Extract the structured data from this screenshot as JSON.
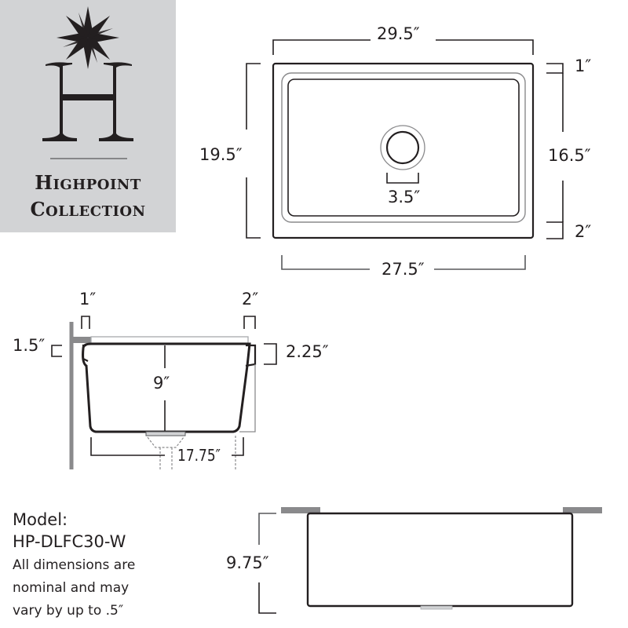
{
  "logo": {
    "brand_line1_first": "H",
    "brand_line1_rest": "IGHPOINT",
    "brand_line2_first": "C",
    "brand_line2_rest": "OLLECTION",
    "background_color": "#d2d3d5",
    "icon": "star-over-h-monogram"
  },
  "top_view": {
    "overall_width": "29.5″",
    "overall_depth": "19.5″",
    "bowl_depth": "16.5″",
    "back_rim": "1″",
    "front_rim": "2″",
    "bowl_width": "27.5″",
    "drain_diameter": "3.5″"
  },
  "side_view": {
    "back_ledge": "1″",
    "front_ledge": "2″",
    "rim_thickness": "1.5″",
    "apron_height": "2.25″",
    "bowl_depth": "9″",
    "bottom_width": "17.75″"
  },
  "front_view": {
    "overall_height": "9.75″"
  },
  "model": {
    "label": "Model:",
    "value": "HP-DLFC30-W"
  },
  "note": {
    "line1": "All dimensions are",
    "line2": "nominal and may",
    "line3": "vary by up to .5″"
  },
  "colors": {
    "line": "#231f20",
    "counter_gray": "#8a8a8c",
    "light_outline": "#a7a9ac"
  }
}
